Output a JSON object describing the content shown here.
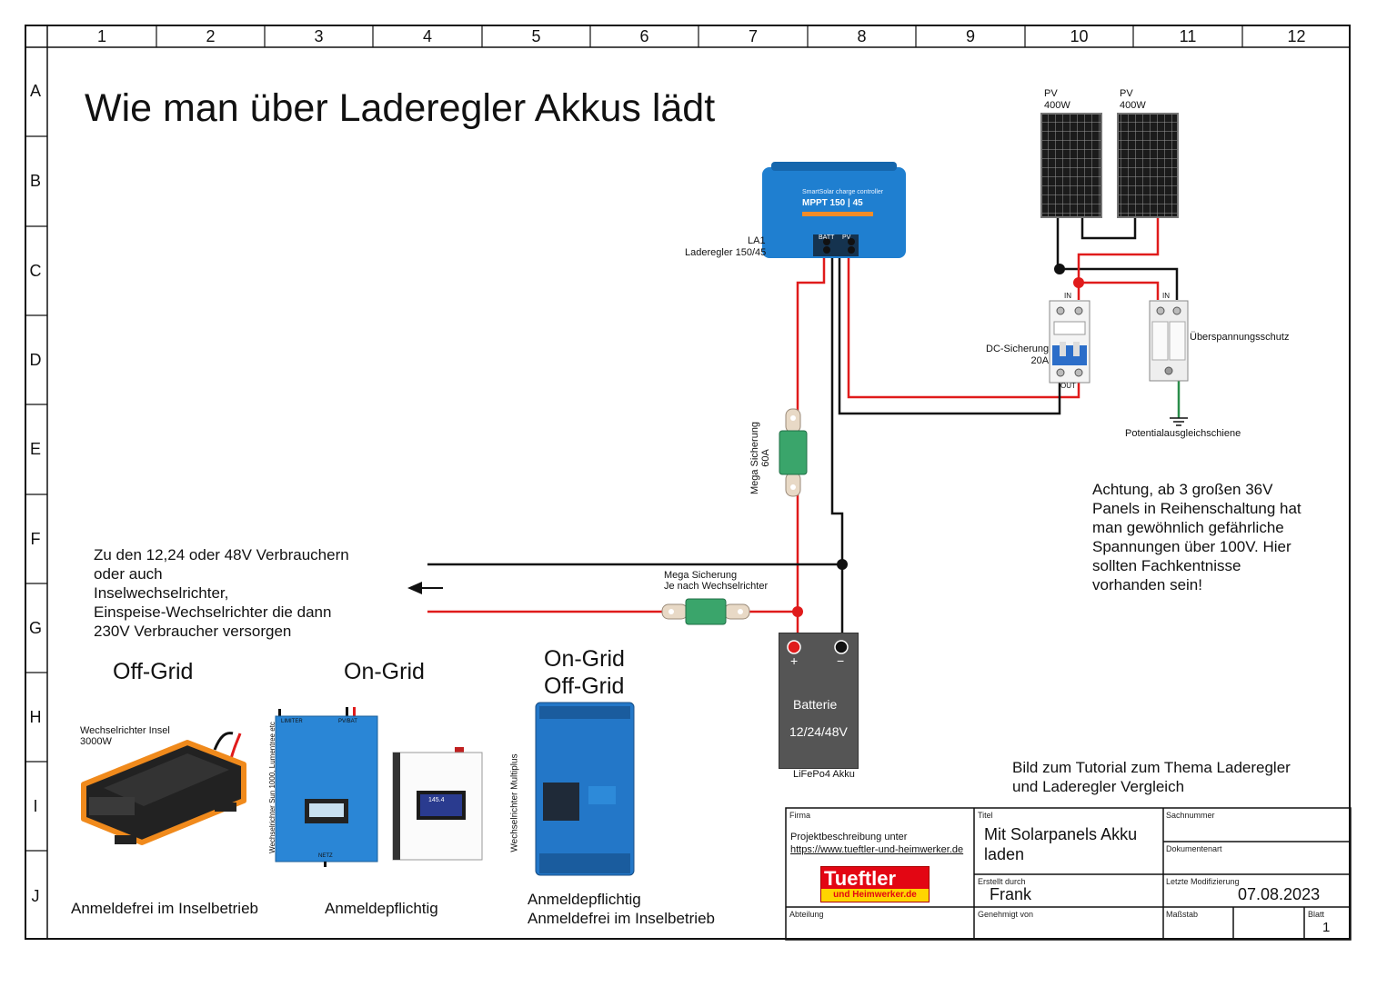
{
  "grid": {
    "columns": [
      "1",
      "2",
      "3",
      "4",
      "5",
      "6",
      "7",
      "8",
      "9",
      "10",
      "11",
      "12"
    ],
    "rows": [
      "A",
      "B",
      "C",
      "D",
      "E",
      "F",
      "G",
      "H",
      "I",
      "J"
    ]
  },
  "title": "Wie man über Laderegler Akkus lädt",
  "components": {
    "charge_controller": {
      "ref": "LA1",
      "label": "Laderegler 150/45",
      "device_text_brand": "SmartSolar charge controller",
      "device_text_model": "MPPT 150 | 45",
      "batt": "BATT",
      "pv": "PV"
    },
    "pv_panel_1": {
      "line1": "PV",
      "line2": "400W"
    },
    "pv_panel_2": {
      "line1": "PV",
      "line2": "400W"
    },
    "dc_fuse": {
      "line1": "DC-Sicherung",
      "line2": "20A",
      "in": "IN",
      "out": "OUT"
    },
    "surge": {
      "label": "Überspannungsschutz",
      "in": "IN"
    },
    "ground": {
      "label": "Potentialausgleichschiene"
    },
    "mega_fuse_1": {
      "line1": "Mega Sicherung",
      "line2": "60A"
    },
    "mega_fuse_2": {
      "line1": "Mega Sicherung",
      "line2": "Je nach Wechselrichter"
    },
    "battery": {
      "plus": "+",
      "minus": "−",
      "name": "Batterie",
      "voltage": "12/24/48V",
      "caption": "LiFePo4 Akku"
    }
  },
  "notes": {
    "loads": "Zu den 12,24 oder 48V Verbrauchern\noder auch\nInselwechselrichter,\nEinspeise-Wechselrichter die dann\n230V Verbraucher versorgen",
    "warning": "Achtung, ab 3 großen 36V\nPanels in Reihenschaltung hat\nman gewöhnlich gefährliche\nSpannungen über 100V. Hier\nsollten Fachkentnisse\nvorhanden sein!",
    "tutorial": "Bild zum Tutorial zum Thema Laderegler\nund Laderegler Vergleich"
  },
  "inverters": {
    "offgrid": {
      "heading": "Off-Grid",
      "label": "Wechselrichter Insel\n3000W",
      "caption": "Anmeldefrei im Inselbetrieb"
    },
    "ongrid": {
      "heading": "On-Grid",
      "vertical_label": "Wechselrichter Sun 1000, Lumentree etc",
      "caption": "Anmeldepflichtig",
      "device_top_left": "LIMITER",
      "device_top_right": "PV/BAT",
      "device_bottom": "NETZ",
      "display_text": "145.4"
    },
    "multi": {
      "heading": "On-Grid\nOff-Grid",
      "vertical_label": "Wechselrichter Multiplus",
      "caption": "Anmeldepflichtig\nAnmeldefrei im Inselbetrieb"
    }
  },
  "titleblock": {
    "firma_label": "Firma",
    "firma_line1": "Projektbeschreibung unter",
    "firma_url": "https://www.tueftler-und-heimwerker.de",
    "logo_line1": "Tueftler",
    "logo_line2": "und Heimwerker.de",
    "titel_label": "Titel",
    "titel_value": "Mit Solarpanels Akku\nladen",
    "sachnummer_label": "Sachnummer",
    "dokumentenart_label": "Dokumentenart",
    "erstellt_label": "Erstellt durch",
    "erstellt_value": "Frank",
    "modif_label": "Letzte Modifizierung",
    "modif_value": "07.08.2023",
    "abteilung_label": "Abteilung",
    "genehmigt_label": "Genehmigt von",
    "massstab_label": "Maßstab",
    "blatt_label": "Blatt",
    "blatt_value": "1"
  },
  "colors": {
    "wire_red": "#e01b1b",
    "wire_black": "#111111",
    "mppt_blue": "#1f7fd0",
    "inverter_orange": "#f08a1c",
    "fuse_green": "#3aa56b",
    "logo_red": "#e30613"
  }
}
